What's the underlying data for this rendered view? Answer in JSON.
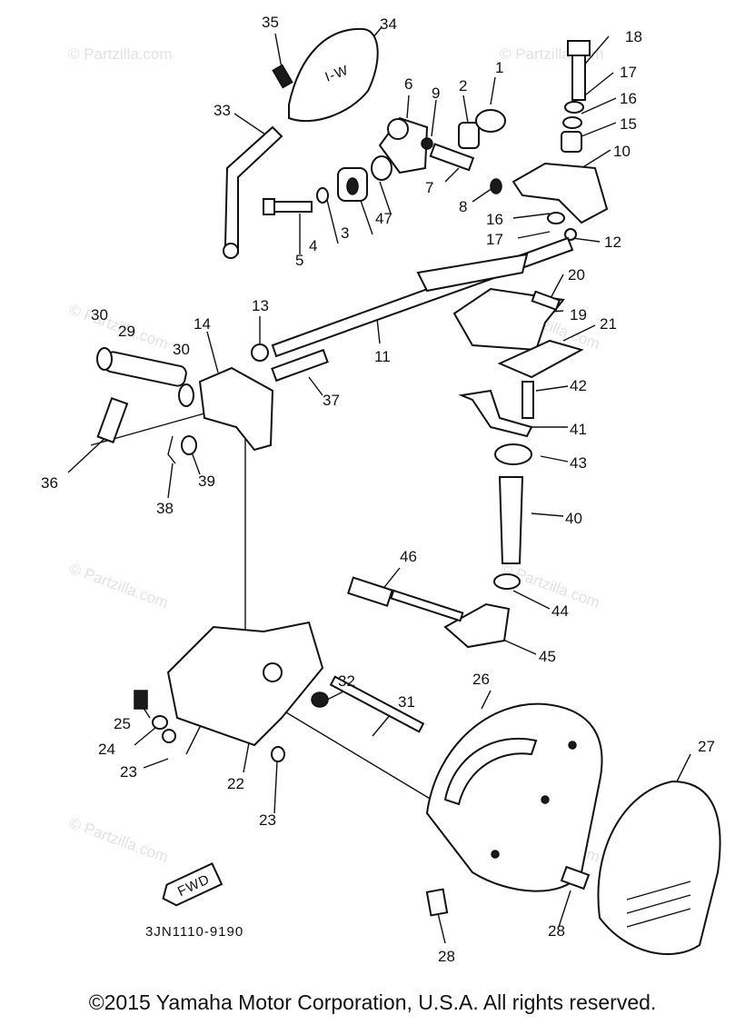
{
  "watermark": "© Partzilla.com",
  "part_number_code": "3JN1110-9190",
  "fwd_label": "FWD",
  "knob_label": "I-W",
  "copyright": "©2015  Yamaha Motor Corporation, U.S.A. All rights reserved.",
  "callouts": {
    "c1": "1",
    "c2": "2",
    "c3": "3",
    "c4": "4",
    "c5": "5",
    "c6": "6",
    "c7": "7",
    "c8": "8",
    "c9": "9",
    "c10": "10",
    "c11": "11",
    "c12": "12",
    "c13": "13",
    "c14": "14",
    "c15": "15",
    "c16": "16",
    "c16b": "16",
    "c17": "17",
    "c17b": "17",
    "c18": "18",
    "c19": "19",
    "c20": "20",
    "c21": "21",
    "c22": "22",
    "c23": "23",
    "c23b": "23",
    "c24": "24",
    "c25": "25",
    "c26": "26",
    "c27": "27",
    "c28": "28",
    "c28b": "28",
    "c29": "29",
    "c30": "30",
    "c30b": "30",
    "c31": "31",
    "c32": "32",
    "c33": "33",
    "c34": "34",
    "c35": "35",
    "c36": "36",
    "c37": "37",
    "c38": "38",
    "c39": "39",
    "c40": "40",
    "c41": "41",
    "c42": "42",
    "c43": "43",
    "c44": "44",
    "c45": "45",
    "c46": "46",
    "c47": "47"
  }
}
